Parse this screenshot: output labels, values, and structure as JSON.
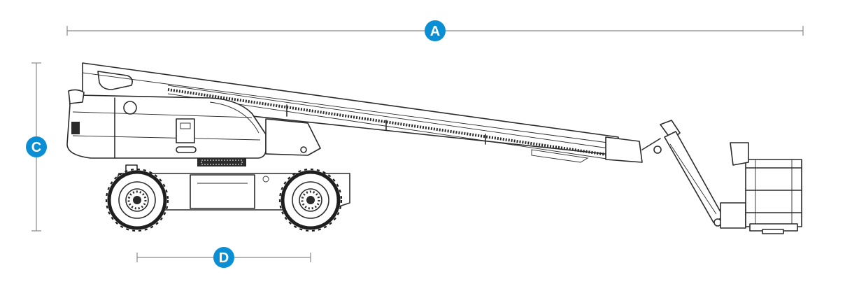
{
  "diagram": {
    "accent_color": "#0a8fd4",
    "ink_color": "#2b2b2b",
    "dimensions": [
      {
        "id": "A",
        "label": "A",
        "orientation": "horizontal"
      },
      {
        "id": "C",
        "label": "C",
        "orientation": "vertical"
      },
      {
        "id": "D",
        "label": "D",
        "orientation": "horizontal"
      }
    ]
  }
}
